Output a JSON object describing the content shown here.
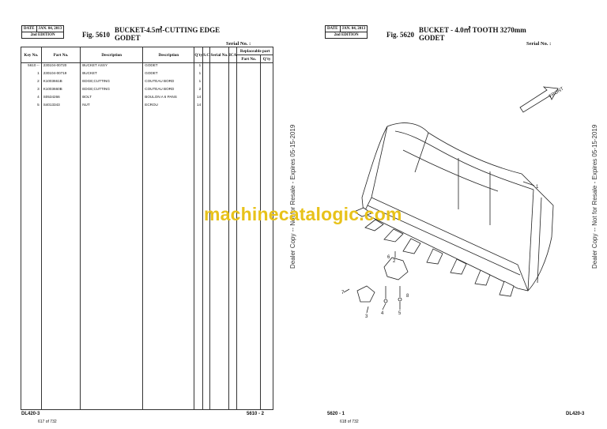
{
  "left_page": {
    "header": {
      "date_label": "DATE",
      "date_value": "JAN. 04, 2013",
      "edition": "2nd EDITION"
    },
    "fig_no": "Fig. 5610",
    "title_line1": "BUCKET-4.5㎥-CUTTING EDGE",
    "title_line2": "GODET",
    "serial_label": "Serial No. :",
    "table": {
      "columns": {
        "key_no": "Key No.",
        "part_no": "Part No.",
        "desc1": "Description",
        "desc2": "Description",
        "qty": "Q'ty",
        "sc": "S.C",
        "serial": "Serial No.",
        "ica": "ICA",
        "replaceable": "Replaceable part",
        "rp_part": "Part No.",
        "rp_qty": "Q'ty"
      },
      "rows": [
        {
          "key": "5610 --",
          "part": "230104-00720",
          "d1": "BUCKET ASSY",
          "d2": "GODET",
          "qty": "1"
        },
        {
          "key": "1",
          "part": "230104-00719",
          "d1": "BUCKET",
          "d2": "GODET",
          "qty": "1"
        },
        {
          "key": "2",
          "part": "K1003661B",
          "d1": "EDGE;CUTTING",
          "d2": "COUTEAU BORD",
          "qty": "1"
        },
        {
          "key": "3",
          "part": "K1003660B",
          "d1": "EDGE;CUTTING",
          "d2": "COUTEAU BORD",
          "qty": "2"
        },
        {
          "key": "4",
          "part": "S0534266",
          "d1": "BOLT",
          "d2": "BOULON A 6 PANS",
          "qty": "14"
        },
        {
          "key": "5",
          "part": "S4013343",
          "d1": "NUT",
          "d2": "ECROU",
          "qty": "14"
        }
      ]
    },
    "footer_model": "DL420-3",
    "footer_page": "5610 - 2",
    "footer_count": "617 of 732"
  },
  "right_page": {
    "header": {
      "date_label": "DATE",
      "date_value": "JAN. 04, 2013",
      "edition": "2nd EDITION"
    },
    "fig_no": "Fig. 5620",
    "title_line1": "BUCKET - 4.0㎥ TOOTH 3270mm",
    "title_line2": "GODET",
    "serial_label": "Serial No. :",
    "front_label": "FRONT",
    "callouts": [
      "1",
      "2",
      "3",
      "4",
      "5",
      "6",
      "7",
      "8"
    ],
    "footer_page": "5620 - 1",
    "footer_count": "618 of 732",
    "footer_model": "DL420-3"
  },
  "watermark": "machinecatalogic.com",
  "side_notice": "Dealer Copy -- Not for Resale - Expires 05-15-2019"
}
